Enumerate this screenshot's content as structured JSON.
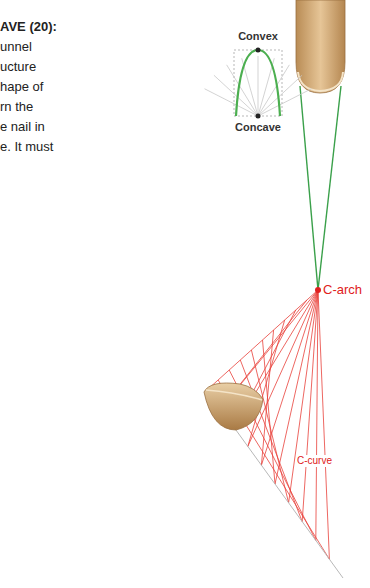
{
  "diagram": {
    "title": "AVE (20):",
    "labels": [
      "unnel",
      "ucture",
      "hape of",
      "rn the",
      "e nail in",
      "e. It must",
      "Convex",
      "Concave",
      "C-arch",
      "C-curve"
    ]
  }
}
